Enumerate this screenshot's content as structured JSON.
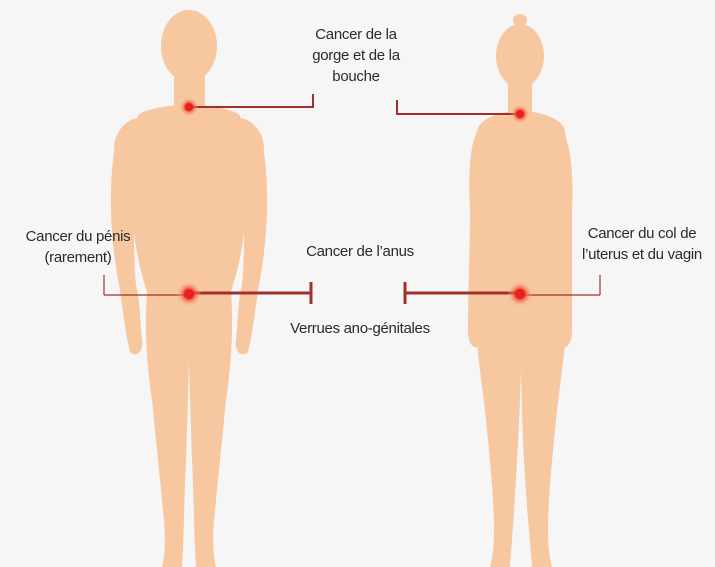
{
  "labels": {
    "throat": [
      "Cancer de la",
      "gorge et de la",
      "bouche"
    ],
    "penis": [
      "Cancer du pénis",
      "(rarement)"
    ],
    "anus": "Cancer de l’anus",
    "warts": "Verrues ano-génitales",
    "cervix": [
      "Cancer du col de",
      "l’uterus et du vagin"
    ]
  },
  "colors": {
    "background": "#f6f6f6",
    "body": "#f7c7a0",
    "connector": "#a0302e",
    "hotspot": "#e8201e",
    "text": "#2a2a2a"
  }
}
